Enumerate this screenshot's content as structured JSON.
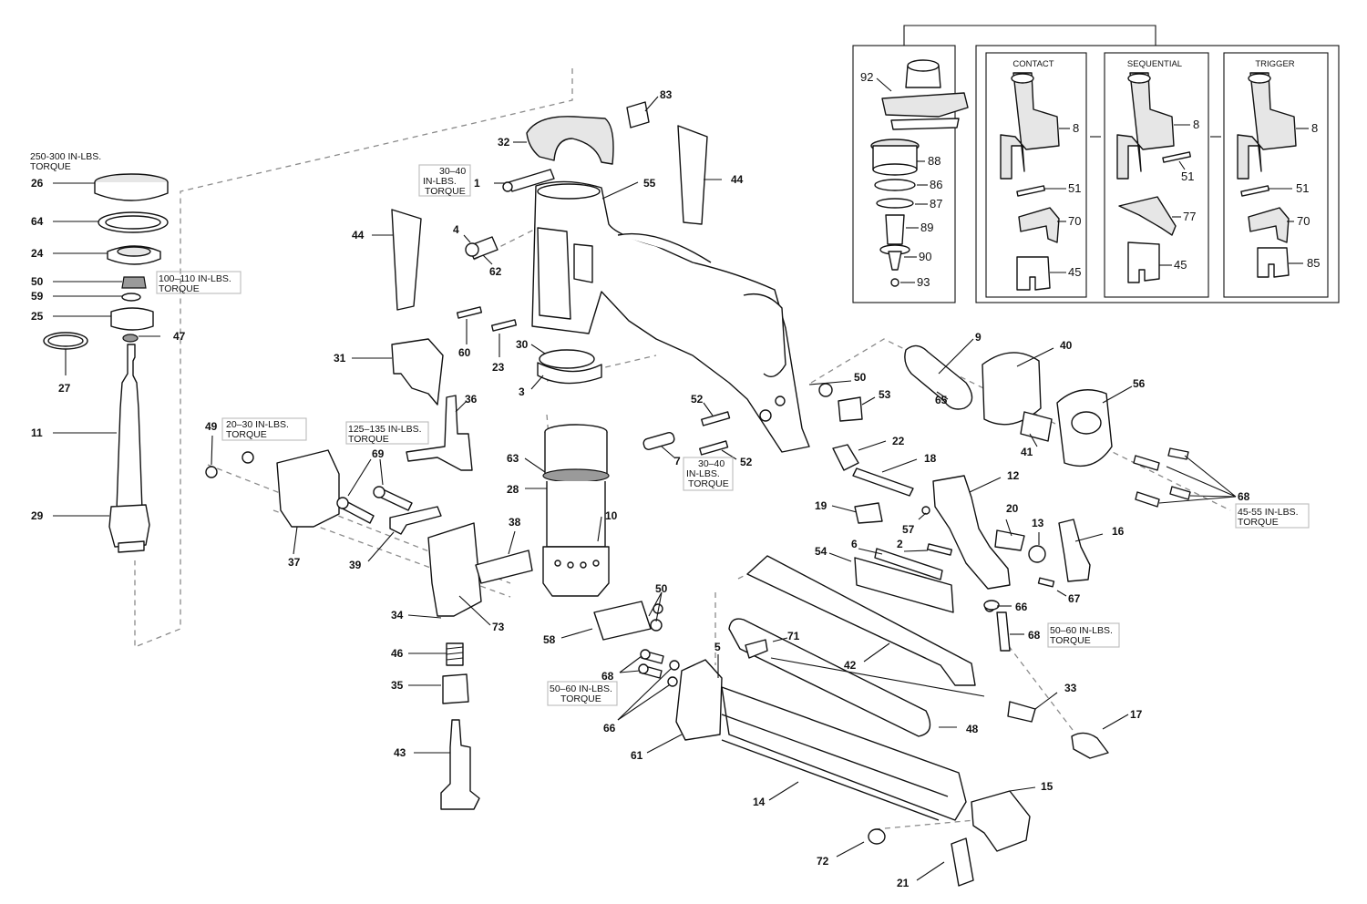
{
  "labels": {
    "n1": "1",
    "n2": "2",
    "n3": "3",
    "n4": "4",
    "n5": "5",
    "n6": "6",
    "n7": "7",
    "n8a": "8",
    "n8b": "8",
    "n8c": "8",
    "n9": "9",
    "n10": "10",
    "n11": "11",
    "n12": "12",
    "n13": "13",
    "n14": "14",
    "n15": "15",
    "n16": "16",
    "n17": "17",
    "n18": "18",
    "n19": "19",
    "n20": "20",
    "n21": "21",
    "n22": "22",
    "n23": "23",
    "n24": "24",
    "n25": "25",
    "n26": "26",
    "n27": "27",
    "n28": "28",
    "n29": "29",
    "n30": "30",
    "n31": "31",
    "n32": "32",
    "n33": "33",
    "n34": "34",
    "n35": "35",
    "n36": "36",
    "n37": "37",
    "n38": "38",
    "n39": "39",
    "n40": "40",
    "n41": "41",
    "n42": "42",
    "n43": "43",
    "n44a": "44",
    "n44b": "44",
    "n45a": "45",
    "n45b": "45",
    "n46": "46",
    "n47": "47",
    "n48": "48",
    "n49": "49",
    "n50a": "50",
    "n50b": "50",
    "n50c": "50",
    "n51a": "51",
    "n51b": "51",
    "n51c": "51",
    "n52a": "52",
    "n52b": "52",
    "n54": "54",
    "n55": "55",
    "n56": "56",
    "n57": "57",
    "n58": "58",
    "n59": "59",
    "n60": "60",
    "n61": "61",
    "n62": "62",
    "n63": "63",
    "n64": "64",
    "n65": "65",
    "n66a": "66",
    "n66b": "66",
    "n67": "67",
    "n68a": "68",
    "n68b": "68",
    "n68c": "68",
    "n69": "69",
    "n70a": "70",
    "n70b": "70",
    "n71": "71",
    "n72": "72",
    "n73": "73",
    "n77": "77",
    "n83": "83",
    "n85": "85",
    "n86": "86",
    "n87": "87",
    "n88": "88",
    "n89": "89",
    "n90": "90",
    "n92": "92",
    "n93": "93",
    "n53": "53"
  },
  "torque": {
    "t26": [
      "250-300 IN-LBS.",
      "TORQUE"
    ],
    "t50": [
      "100–110 IN-LBS.",
      "TORQUE"
    ],
    "t1": [
      "30–40",
      "IN-LBS.",
      "TORQUE"
    ],
    "t49": [
      "20–30 IN-LBS.",
      "TORQUE"
    ],
    "t36": [
      "125–135 IN-LBS.",
      "TORQUE"
    ],
    "t7": [
      "30–40",
      "IN-LBS.",
      "TORQUE"
    ],
    "t68a": [
      "45-55 IN-LBS.",
      "TORQUE"
    ],
    "t68b": [
      "50–60 IN-LBS.",
      "TORQUE"
    ],
    "t68c": [
      "50–60 IN-LBS.",
      "TORQUE"
    ]
  },
  "inset": {
    "contact": "CONTACT",
    "sequential": "SEQUENTIAL",
    "trigger": "TRIGGER"
  }
}
